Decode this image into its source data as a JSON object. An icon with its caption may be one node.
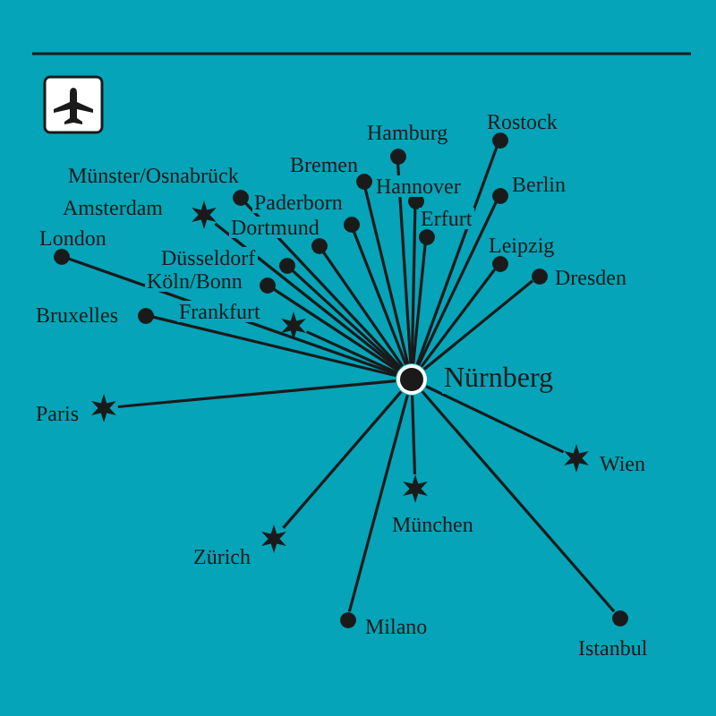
{
  "diagram": {
    "nodes": [
      {
        "text": [],
        "shape": "circle",
        "beside": [
          "Nürnberg"
        ]
      },
      {
        "text": [],
        "shape": "circle",
        "beside": [
          "Rostock"
        ]
      },
      {
        "text": [],
        "shape": "circle",
        "beside": [
          "Hamburg"
        ]
      },
      {
        "text": [],
        "shape": "circle",
        "beside": [
          "Bremen"
        ]
      },
      {
        "text": [],
        "shape": "circle",
        "beside": [
          "Münster/Osnabrück"
        ]
      },
      {
        "text": [],
        "shape": "circle",
        "beside": [
          "Berlin"
        ]
      },
      {
        "text": [],
        "shape": "circle",
        "beside": [
          "Hannover"
        ]
      },
      {
        "text": [],
        "shape": "circle",
        "beside": [
          "Paderborn"
        ]
      },
      {
        "text": [],
        "shape": "star",
        "beside": [
          "Amsterdam"
        ]
      },
      {
        "text": [],
        "shape": "circle",
        "beside": [
          "Erfurt"
        ]
      },
      {
        "text": [],
        "shape": "circle",
        "beside": [
          "Dortmund"
        ]
      },
      {
        "text": [],
        "shape": "circle",
        "beside": [
          "Leipzig"
        ]
      },
      {
        "text": [],
        "shape": "circle",
        "beside": [
          "London"
        ]
      },
      {
        "text": [],
        "shape": "circle",
        "beside": [
          "Düsseldorf"
        ]
      },
      {
        "text": [],
        "shape": "circle",
        "beside": [
          "Dresden"
        ]
      },
      {
        "text": [],
        "shape": "circle",
        "beside": [
          "Köln/Bonn"
        ]
      },
      {
        "text": [],
        "shape": "circle",
        "beside": [
          "Bruxelles"
        ]
      },
      {
        "text": [],
        "shape": "star",
        "beside": [
          "Frankfurt"
        ]
      },
      {
        "text": [],
        "shape": "star",
        "beside": [
          "Paris"
        ]
      },
      {
        "text": [],
        "shape": "star",
        "beside": [
          "Wien"
        ]
      },
      {
        "text": [],
        "shape": "star",
        "beside": [
          "München"
        ]
      },
      {
        "text": [],
        "shape": "star",
        "beside": [
          "Zürich"
        ]
      },
      {
        "text": [],
        "shape": "circle",
        "beside": [
          "Milano"
        ]
      },
      {
        "text": [],
        "shape": "circle",
        "beside": [
          "Istanbul"
        ]
      }
    ],
    "edges": [
      {
        "from": 0,
        "to": 1,
        "arrow": "none"
      },
      {
        "from": 0,
        "to": 2,
        "arrow": "none"
      },
      {
        "from": 0,
        "to": 3,
        "arrow": "none"
      },
      {
        "from": 0,
        "to": 4,
        "arrow": "none"
      },
      {
        "from": 0,
        "to": 5,
        "arrow": "none"
      },
      {
        "from": 0,
        "to": 6,
        "arrow": "none"
      },
      {
        "from": 0,
        "to": 7,
        "arrow": "none"
      },
      {
        "from": 0,
        "to": 8,
        "arrow": "none"
      },
      {
        "from": 0,
        "to": 9,
        "arrow": "none"
      },
      {
        "from": 0,
        "to": 10,
        "arrow": "none"
      },
      {
        "from": 0,
        "to": 11,
        "arrow": "none"
      },
      {
        "from": 0,
        "to": 12,
        "arrow": "none"
      },
      {
        "from": 0,
        "to": 13,
        "arrow": "none"
      },
      {
        "from": 0,
        "to": 14,
        "arrow": "none"
      },
      {
        "from": 0,
        "to": 15,
        "arrow": "none"
      },
      {
        "from": 0,
        "to": 16,
        "arrow": "none"
      },
      {
        "from": 0,
        "to": 17,
        "arrow": "none"
      },
      {
        "from": 0,
        "to": 18,
        "arrow": "none"
      },
      {
        "from": 0,
        "to": 19,
        "arrow": "none"
      },
      {
        "from": 0,
        "to": 20,
        "arrow": "none"
      },
      {
        "from": 0,
        "to": 21,
        "arrow": "none"
      },
      {
        "from": 0,
        "to": 22,
        "arrow": "none"
      },
      {
        "from": 0,
        "to": 23,
        "arrow": "none"
      }
    ]
  }
}
